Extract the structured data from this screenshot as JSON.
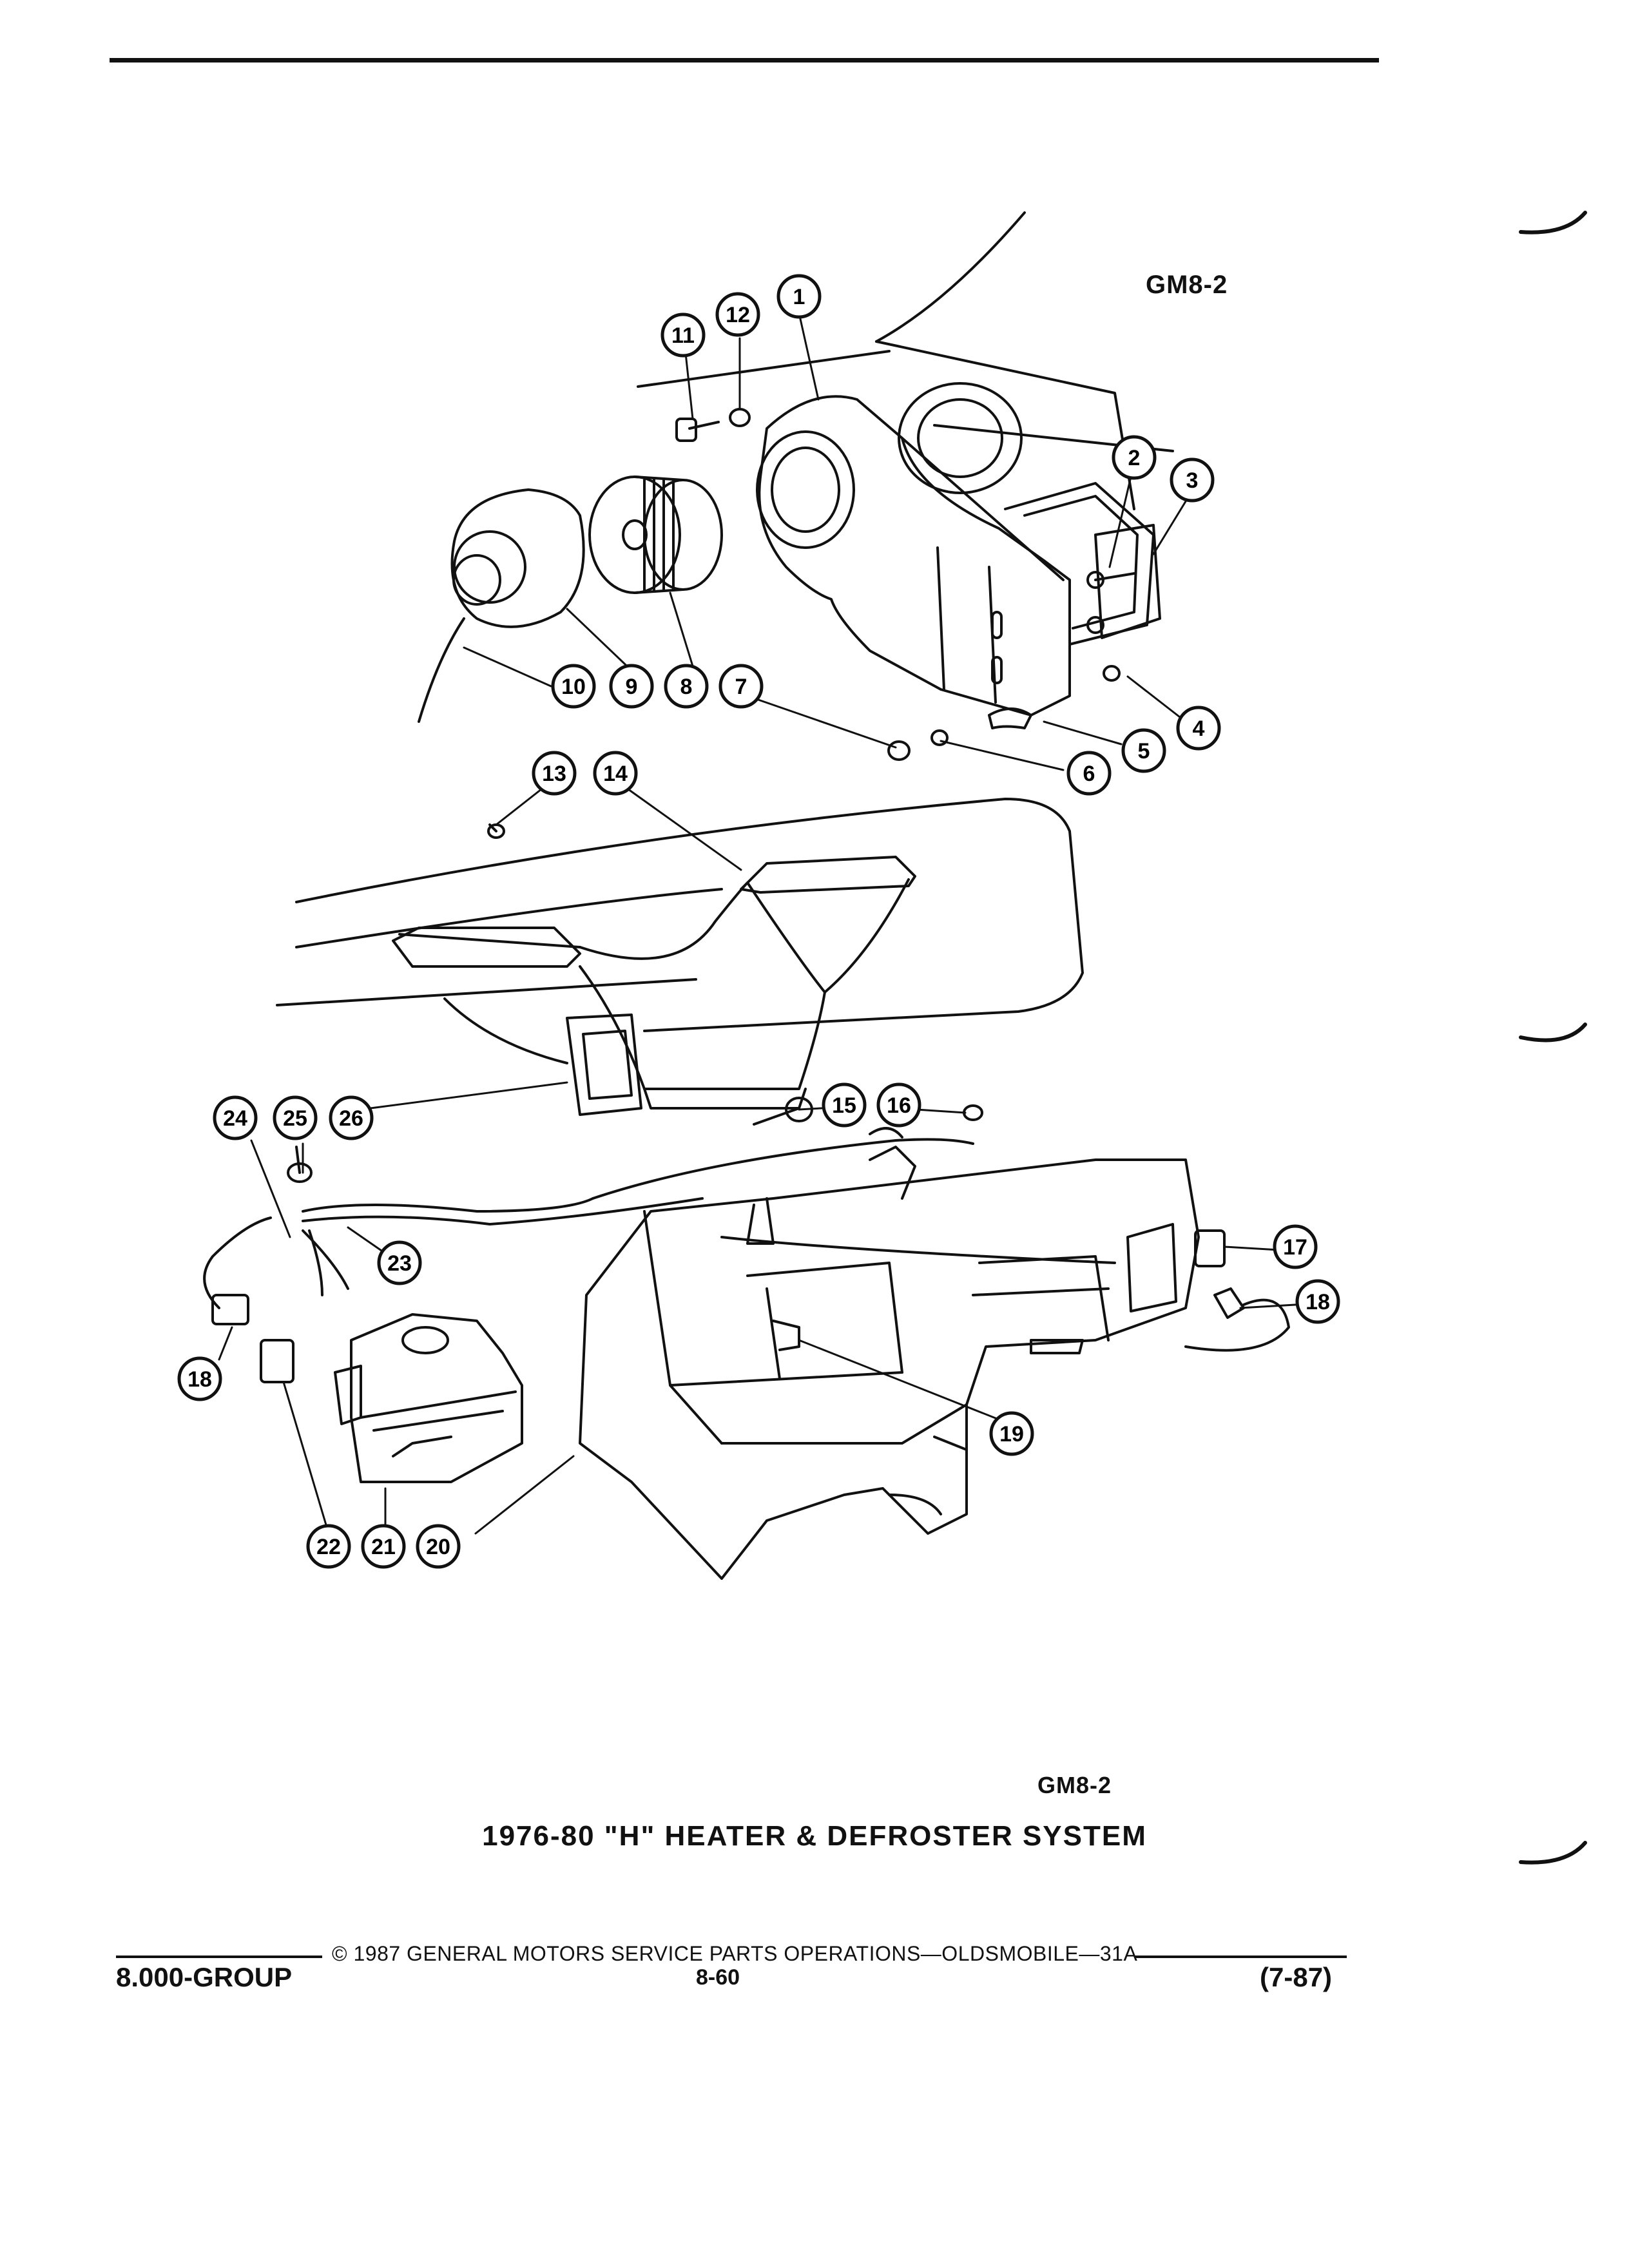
{
  "header": {
    "ref_top": "GM8-2"
  },
  "figure": {
    "ref_bottom": "GM8-2",
    "caption": "1976-80 \"H\" HEATER & DEFROSTER SYSTEM",
    "callouts": [
      "1",
      "2",
      "3",
      "4",
      "5",
      "6",
      "7",
      "8",
      "9",
      "10",
      "11",
      "12",
      "13",
      "14",
      "15",
      "16",
      "17",
      "18",
      "18",
      "19",
      "20",
      "21",
      "22",
      "23",
      "24",
      "25",
      "26"
    ]
  },
  "footer": {
    "copyright": "© 1987 GENERAL MOTORS SERVICE PARTS OPERATIONS—OLDSMOBILE—31A",
    "group": "8.000-GROUP",
    "page": "8-60",
    "date": "(7-87)"
  }
}
